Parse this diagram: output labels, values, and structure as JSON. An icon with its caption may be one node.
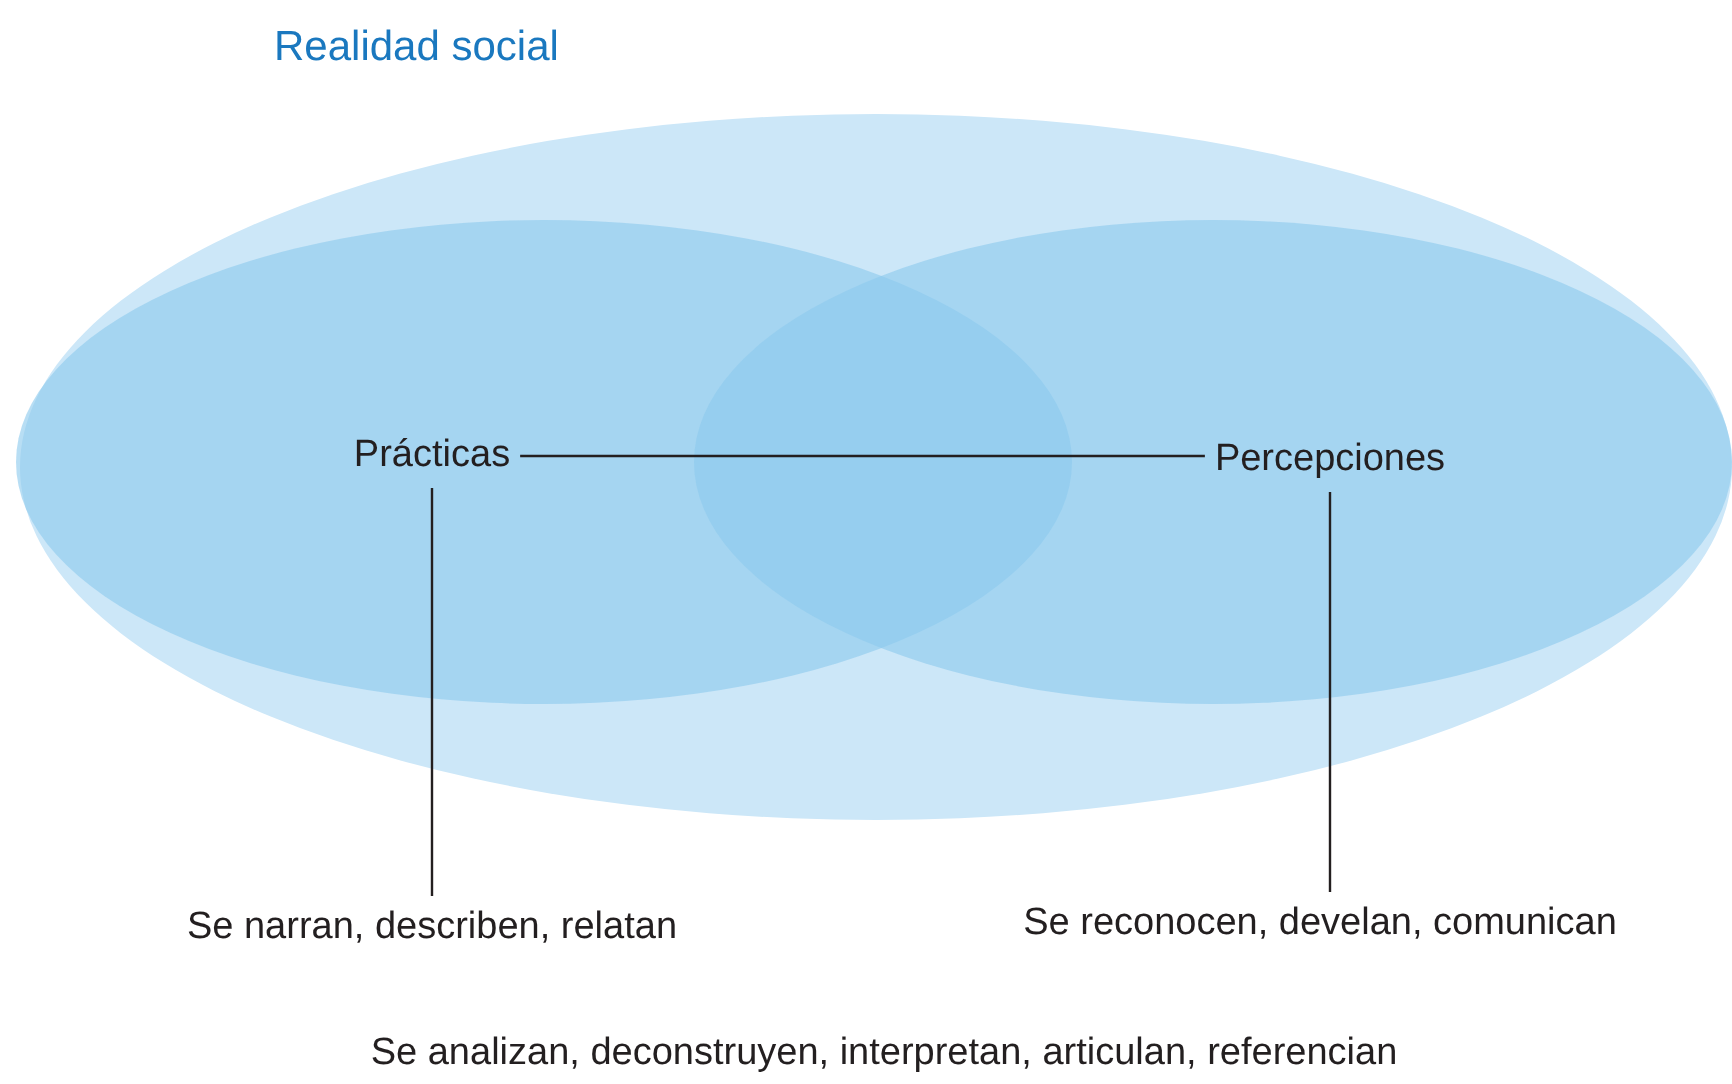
{
  "diagram": {
    "nodes": [
      {
        "text": [
          "Realidad social"
        ]
      },
      {
        "text": [],
        "shape": "ellipse",
        "in": 0
      },
      {
        "text": [],
        "shape": "ellipse",
        "in": 0
      },
      {
        "text": [
          "Prácticas"
        ],
        "in": 1
      },
      {
        "text": [
          "Percepciones"
        ],
        "in": 2
      },
      {
        "text": [
          "Se narran, describen, relatan"
        ]
      },
      {
        "text": [
          "Se reconocen, develan, comunican"
        ]
      }
    ],
    "edges": [
      {
        "from": 3,
        "to": 4,
        "arrow": "none"
      },
      {
        "from": 3,
        "to": 5,
        "arrow": "none"
      },
      {
        "from": 4,
        "to": 6,
        "arrow": "none"
      }
    ],
    "labels": [
      "Se analizan, deconstruyen, interpretan, articulan, referencian"
    ]
  }
}
